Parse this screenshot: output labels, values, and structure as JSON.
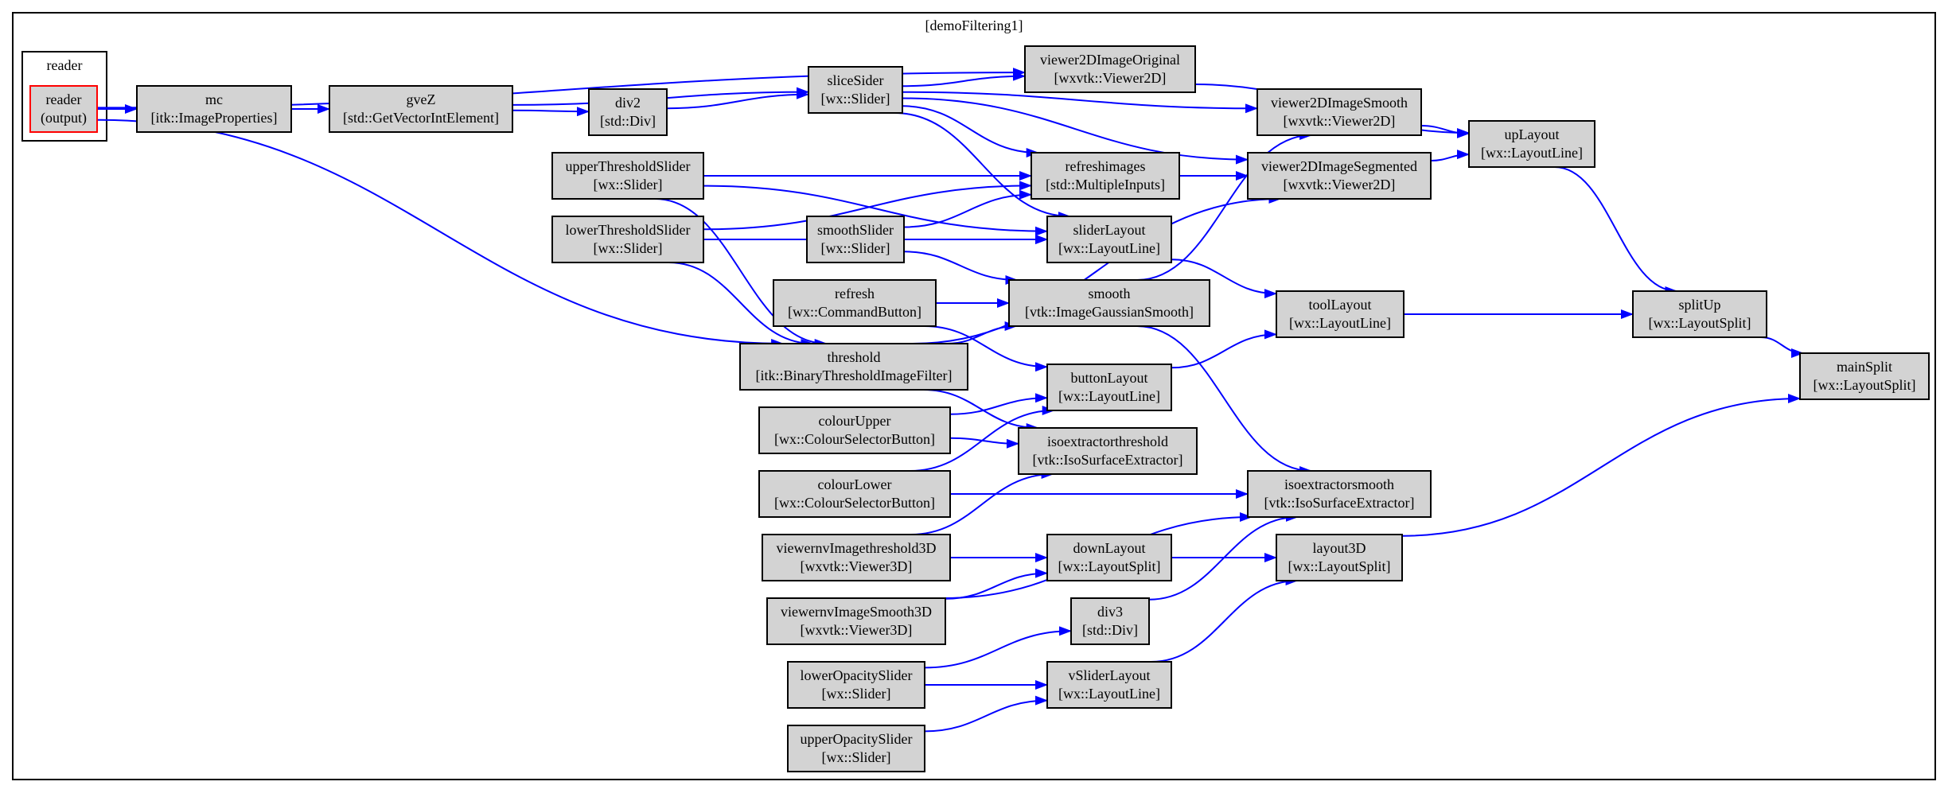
{
  "diagram": {
    "title": "[demoFiltering1]",
    "cluster_label": "reader",
    "colors": {
      "node_fill": "#d3d3d3",
      "node_stroke": "#000000",
      "highlight_stroke": "#ff0000",
      "edge": "#0000ff",
      "frame": "#000000",
      "background": "#ffffff"
    },
    "nodes": [
      {
        "id": "reader",
        "line1": "reader",
        "line2": "(output)",
        "highlight": true
      },
      {
        "id": "mc",
        "line1": "mc",
        "line2": "[itk::ImageProperties]"
      },
      {
        "id": "gveZ",
        "line1": "gveZ",
        "line2": "[std::GetVectorIntElement]"
      },
      {
        "id": "div2",
        "line1": "div2",
        "line2": "[std::Div]"
      },
      {
        "id": "sliceSider",
        "line1": "sliceSider",
        "line2": "[wx::Slider]"
      },
      {
        "id": "viewer2DImageOriginal",
        "line1": "viewer2DImageOriginal",
        "line2": "[wxvtk::Viewer2D]"
      },
      {
        "id": "viewer2DImageSmooth",
        "line1": "viewer2DImageSmooth",
        "line2": "[wxvtk::Viewer2D]"
      },
      {
        "id": "upLayout",
        "line1": "upLayout",
        "line2": "[wx::LayoutLine]"
      },
      {
        "id": "upperThresholdSlider",
        "line1": "upperThresholdSlider",
        "line2": "[wx::Slider]"
      },
      {
        "id": "refreshimages",
        "line1": "refreshimages",
        "line2": "[std::MultipleInputs]"
      },
      {
        "id": "viewer2DImageSegmented",
        "line1": "viewer2DImageSegmented",
        "line2": "[wxvtk::Viewer2D]"
      },
      {
        "id": "lowerThresholdSlider",
        "line1": "lowerThresholdSlider",
        "line2": "[wx::Slider]"
      },
      {
        "id": "smoothSlider",
        "line1": "smoothSlider",
        "line2": "[wx::Slider]"
      },
      {
        "id": "sliderLayout",
        "line1": "sliderLayout",
        "line2": "[wx::LayoutLine]"
      },
      {
        "id": "refresh",
        "line1": "refresh",
        "line2": "[wx::CommandButton]"
      },
      {
        "id": "smooth",
        "line1": "smooth",
        "line2": "[vtk::ImageGaussianSmooth]"
      },
      {
        "id": "toolLayout",
        "line1": "toolLayout",
        "line2": "[wx::LayoutLine]"
      },
      {
        "id": "splitUp",
        "line1": "splitUp",
        "line2": "[wx::LayoutSplit]"
      },
      {
        "id": "threshold",
        "line1": "threshold",
        "line2": "[itk::BinaryThresholdImageFilter]"
      },
      {
        "id": "mainSplit",
        "line1": "mainSplit",
        "line2": "[wx::LayoutSplit]"
      },
      {
        "id": "buttonLayout",
        "line1": "buttonLayout",
        "line2": "[wx::LayoutLine]"
      },
      {
        "id": "colourUpper",
        "line1": "colourUpper",
        "line2": "[wx::ColourSelectorButton]"
      },
      {
        "id": "isoextractorthreshold",
        "line1": "isoextractorthreshold",
        "line2": "[vtk::IsoSurfaceExtractor]"
      },
      {
        "id": "colourLower",
        "line1": "colourLower",
        "line2": "[wx::ColourSelectorButton]"
      },
      {
        "id": "isoextractorsmooth",
        "line1": "isoextractorsmooth",
        "line2": "[vtk::IsoSurfaceExtractor]"
      },
      {
        "id": "viewernvImagethreshold3D",
        "line1": "viewernvImagethreshold3D",
        "line2": "[wxvtk::Viewer3D]"
      },
      {
        "id": "downLayout",
        "line1": "downLayout",
        "line2": "[wx::LayoutSplit]"
      },
      {
        "id": "layout3D",
        "line1": "layout3D",
        "line2": "[wx::LayoutSplit]"
      },
      {
        "id": "viewernvImageSmooth3D",
        "line1": "viewernvImageSmooth3D",
        "line2": "[wxvtk::Viewer3D]"
      },
      {
        "id": "div3",
        "line1": "div3",
        "line2": "[std::Div]"
      },
      {
        "id": "lowerOpacitySlider",
        "line1": "lowerOpacitySlider",
        "line2": "[wx::Slider]"
      },
      {
        "id": "vSliderLayout",
        "line1": "vSliderLayout",
        "line2": "[wx::LayoutLine]"
      },
      {
        "id": "upperOpacitySlider",
        "line1": "upperOpacitySlider",
        "line2": "[wx::Slider]"
      }
    ],
    "edges": [
      [
        "reader",
        "mc"
      ],
      [
        "reader",
        "viewer2DImageOriginal"
      ],
      [
        "reader",
        "threshold"
      ],
      [
        "mc",
        "gveZ"
      ],
      [
        "gveZ",
        "div2"
      ],
      [
        "gveZ",
        "sliceSider"
      ],
      [
        "div2",
        "sliceSider"
      ],
      [
        "sliceSider",
        "viewer2DImageOriginal"
      ],
      [
        "sliceSider",
        "viewer2DImageSmooth"
      ],
      [
        "sliceSider",
        "viewer2DImageSegmented"
      ],
      [
        "sliceSider",
        "refreshimages"
      ],
      [
        "sliceSider",
        "sliderLayout"
      ],
      [
        "viewer2DImageOriginal",
        "upLayout"
      ],
      [
        "viewer2DImageSmooth",
        "upLayout"
      ],
      [
        "viewer2DImageSegmented",
        "upLayout"
      ],
      [
        "upperThresholdSlider",
        "refreshimages"
      ],
      [
        "upperThresholdSlider",
        "sliderLayout"
      ],
      [
        "upperThresholdSlider",
        "threshold"
      ],
      [
        "lowerThresholdSlider",
        "refreshimages"
      ],
      [
        "lowerThresholdSlider",
        "sliderLayout"
      ],
      [
        "lowerThresholdSlider",
        "threshold"
      ],
      [
        "smoothSlider",
        "refreshimages"
      ],
      [
        "smoothSlider",
        "sliderLayout"
      ],
      [
        "smoothSlider",
        "smooth"
      ],
      [
        "refreshimages",
        "viewer2DImageSegmented"
      ],
      [
        "refresh",
        "smooth"
      ],
      [
        "refresh",
        "buttonLayout"
      ],
      [
        "threshold",
        "smooth"
      ],
      [
        "threshold",
        "viewer2DImageSegmented"
      ],
      [
        "threshold",
        "isoextractorthreshold"
      ],
      [
        "smooth",
        "viewer2DImageSmooth"
      ],
      [
        "smooth",
        "isoextractorsmooth"
      ],
      [
        "sliderLayout",
        "toolLayout"
      ],
      [
        "buttonLayout",
        "toolLayout"
      ],
      [
        "upLayout",
        "splitUp"
      ],
      [
        "toolLayout",
        "splitUp"
      ],
      [
        "splitUp",
        "mainSplit"
      ],
      [
        "colourUpper",
        "buttonLayout"
      ],
      [
        "colourUpper",
        "isoextractorthreshold"
      ],
      [
        "colourLower",
        "buttonLayout"
      ],
      [
        "colourLower",
        "isoextractorsmooth"
      ],
      [
        "viewernvImagethreshold3D",
        "isoextractorthreshold"
      ],
      [
        "viewernvImagethreshold3D",
        "downLayout"
      ],
      [
        "viewernvImageSmooth3D",
        "isoextractorsmooth"
      ],
      [
        "viewernvImageSmooth3D",
        "downLayout"
      ],
      [
        "downLayout",
        "layout3D"
      ],
      [
        "div3",
        "isoextractorsmooth"
      ],
      [
        "lowerOpacitySlider",
        "div3"
      ],
      [
        "lowerOpacitySlider",
        "vSliderLayout"
      ],
      [
        "upperOpacitySlider",
        "vSliderLayout"
      ],
      [
        "vSliderLayout",
        "layout3D"
      ],
      [
        "layout3D",
        "mainSplit"
      ]
    ]
  }
}
